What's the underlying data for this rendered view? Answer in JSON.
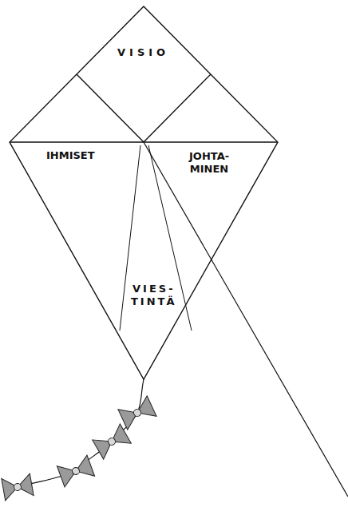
{
  "diagram": {
    "labels": [
      "VISIO",
      "IHMISET",
      "JOHTA- MINEN",
      "VIES- TINTÄ"
    ]
  }
}
